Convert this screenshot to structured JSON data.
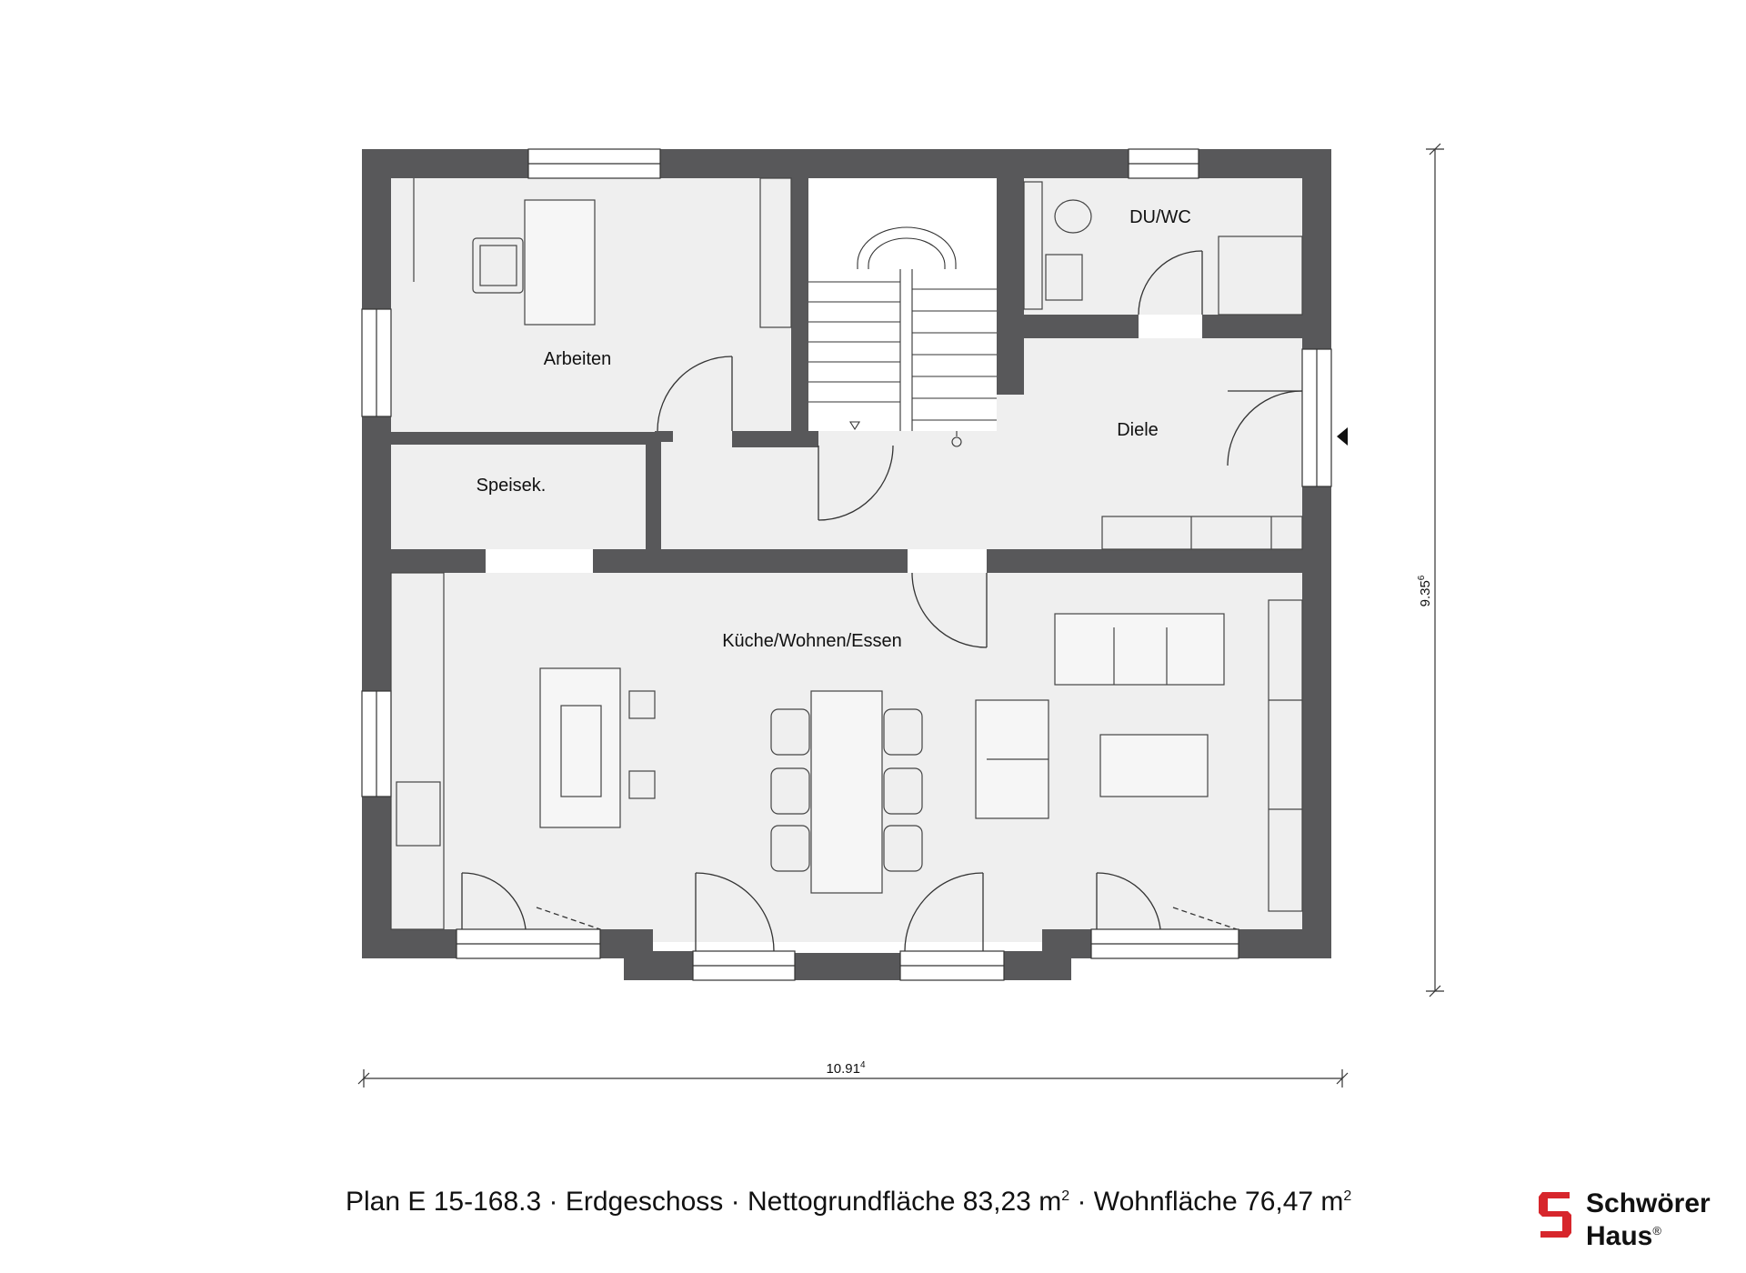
{
  "rooms": {
    "arbeiten": "Arbeiten",
    "speisek": "Speisek.",
    "duwc": "DU/WC",
    "diele": "Diele",
    "kueche": "Küche/Wohnen/Essen"
  },
  "dimensions": {
    "width": "10.91",
    "width_sup": "4",
    "height": "9.35",
    "height_sup": "6"
  },
  "caption": {
    "plan": "Plan E 15-168.3",
    "floor": "Erdgeschoss",
    "net_label": "Nettogrundfläche 83,23 m",
    "living_label": "Wohnfläche 76,47 m",
    "unit_sup": "2",
    "separator": "·"
  },
  "brand": {
    "line1": "Schwörer",
    "line2": "Haus",
    "reg": "®",
    "color": "#d7262c"
  },
  "colors": {
    "wall": "#58585a",
    "floor": "#efefef"
  }
}
